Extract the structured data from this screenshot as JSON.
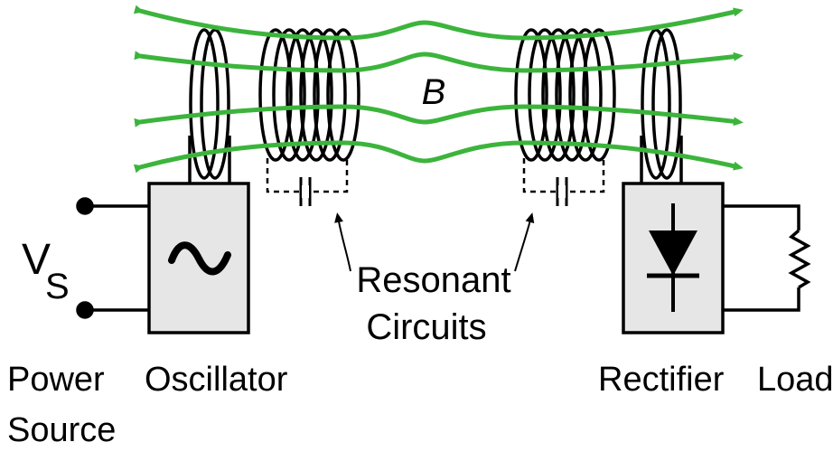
{
  "diagram": {
    "field_label": "B",
    "source_symbol": "V",
    "source_subscript": "S",
    "oscillator_symbol": "~",
    "resonant_label_line1": "Resonant",
    "resonant_label_line2": "Circuits",
    "label_power_line1": "Power",
    "label_power_line2": "Source",
    "label_oscillator": "Oscillator",
    "label_rectifier": "Rectifier",
    "label_load": "Load"
  },
  "colors": {
    "field_lines": "#3cb43c",
    "box_fill": "#e6e6e6",
    "wire": "#000000"
  },
  "icons": [
    "ac-source-icon",
    "diode-icon",
    "resistor-icon",
    "capacitor-icon",
    "coil-icon"
  ]
}
